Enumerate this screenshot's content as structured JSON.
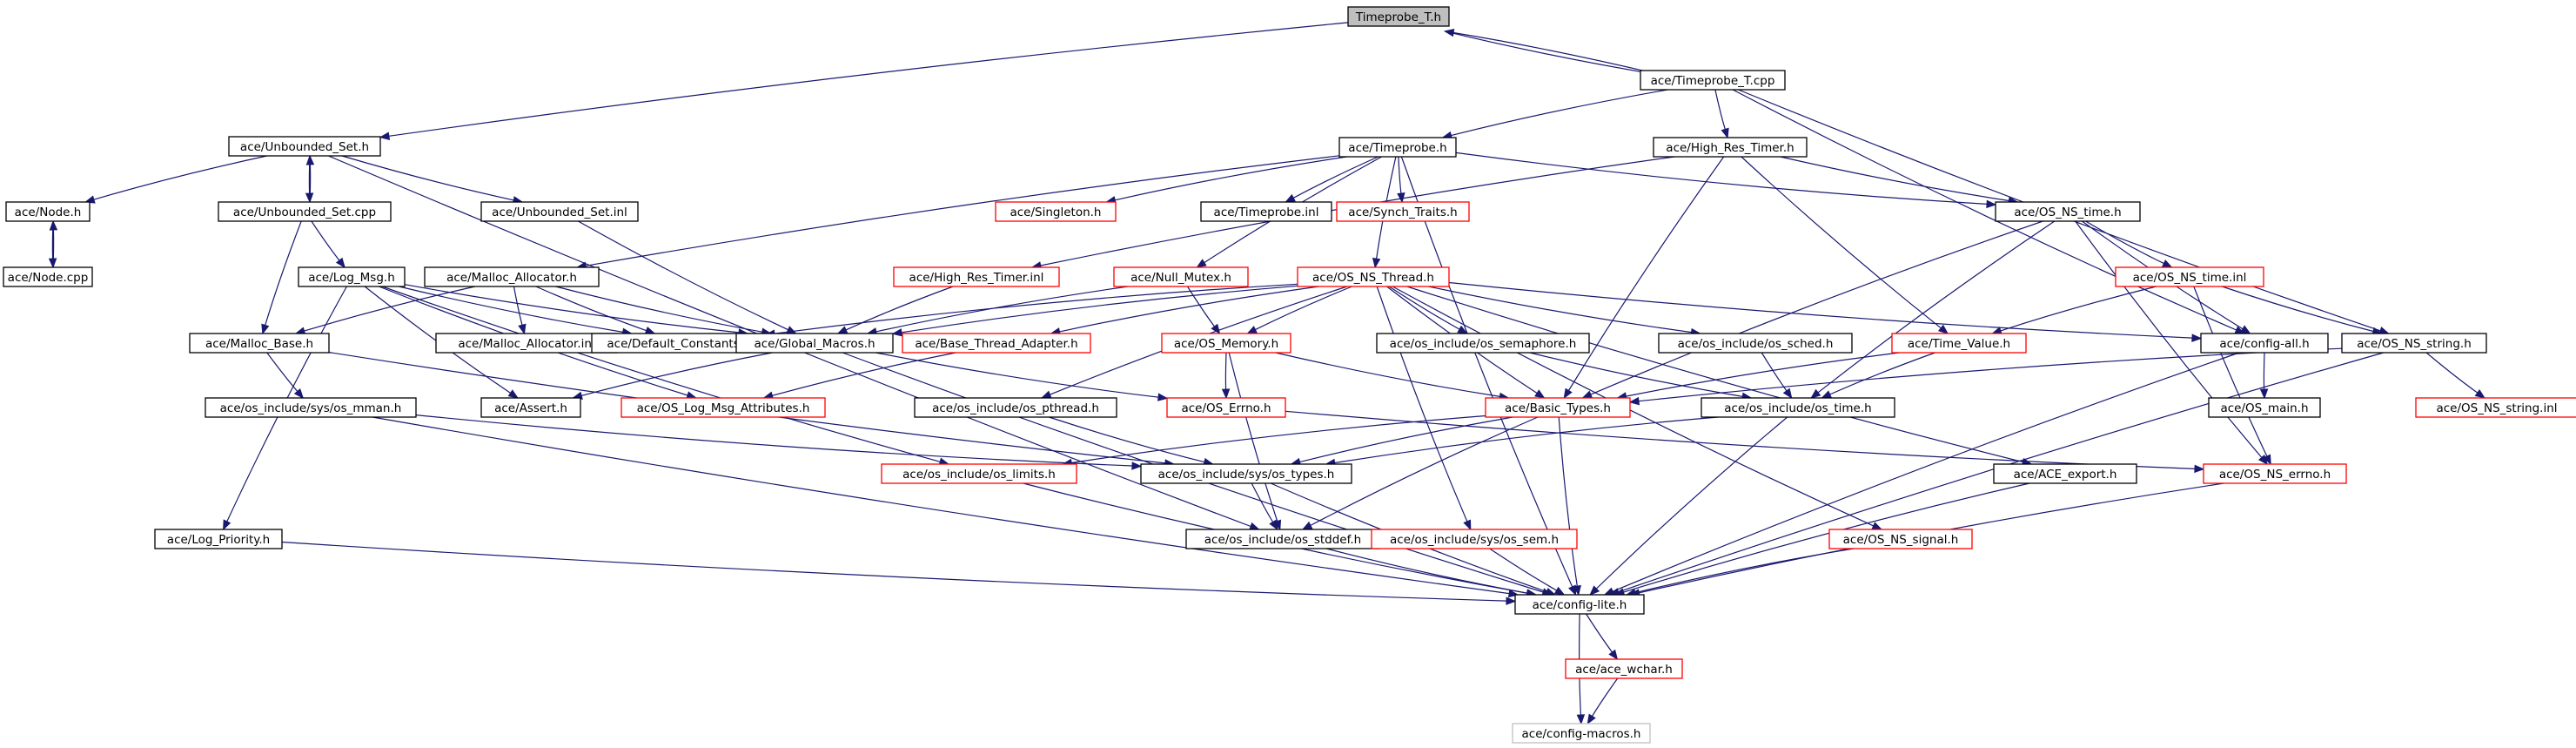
{
  "colors": {
    "edge": "#191970",
    "border_default": "#000000",
    "border_missing": "#ff0000",
    "border_external": "#bfbfbf",
    "fill_root": "#bfbfbf",
    "fill_default": "#ffffff"
  },
  "nodes": [
    {
      "id": "root",
      "label": "Timeprobe_T.h",
      "style": "root"
    },
    {
      "id": "timeprobe_cpp",
      "label": "ace/Timeprobe_T.cpp",
      "style": "default"
    },
    {
      "id": "unbounded_set_h",
      "label": "ace/Unbounded_Set.h",
      "style": "default"
    },
    {
      "id": "timeprobe_h",
      "label": "ace/Timeprobe.h",
      "style": "default"
    },
    {
      "id": "high_res_timer_h",
      "label": "ace/High_Res_Timer.h",
      "style": "default"
    },
    {
      "id": "node_h",
      "label": "ace/Node.h",
      "style": "default"
    },
    {
      "id": "unbounded_set_cpp",
      "label": "ace/Unbounded_Set.cpp",
      "style": "default"
    },
    {
      "id": "unbounded_set_inl",
      "label": "ace/Unbounded_Set.inl",
      "style": "default"
    },
    {
      "id": "singleton_h",
      "label": "ace/Singleton.h",
      "style": "missing"
    },
    {
      "id": "timeprobe_inl",
      "label": "ace/Timeprobe.inl",
      "style": "default"
    },
    {
      "id": "synch_traits_h",
      "label": "ace/Synch_Traits.h",
      "style": "missing"
    },
    {
      "id": "os_ns_time_h",
      "label": "ace/OS_NS_time.h",
      "style": "default"
    },
    {
      "id": "node_cpp",
      "label": "ace/Node.cpp",
      "style": "default"
    },
    {
      "id": "log_msg_h",
      "label": "ace/Log_Msg.h",
      "style": "default"
    },
    {
      "id": "malloc_allocator_h",
      "label": "ace/Malloc_Allocator.h",
      "style": "default"
    },
    {
      "id": "high_res_timer_inl",
      "label": "ace/High_Res_Timer.inl",
      "style": "missing"
    },
    {
      "id": "null_mutex_h",
      "label": "ace/Null_Mutex.h",
      "style": "missing"
    },
    {
      "id": "os_ns_thread_h",
      "label": "ace/OS_NS_Thread.h",
      "style": "missing"
    },
    {
      "id": "os_ns_time_inl",
      "label": "ace/OS_NS_time.inl",
      "style": "missing"
    },
    {
      "id": "malloc_base_h",
      "label": "ace/Malloc_Base.h",
      "style": "default"
    },
    {
      "id": "malloc_allocator_inl",
      "label": "ace/Malloc_Allocator.inl",
      "style": "default"
    },
    {
      "id": "default_constants_h",
      "label": "ace/Default_Constants.h",
      "style": "default"
    },
    {
      "id": "global_macros_h",
      "label": "ace/Global_Macros.h",
      "style": "default"
    },
    {
      "id": "base_thread_adapter_h",
      "label": "ace/Base_Thread_Adapter.h",
      "style": "missing"
    },
    {
      "id": "os_memory_h",
      "label": "ace/OS_Memory.h",
      "style": "missing"
    },
    {
      "id": "os_semaphore_h",
      "label": "ace/os_include/os_semaphore.h",
      "style": "default"
    },
    {
      "id": "os_sched_h",
      "label": "ace/os_include/os_sched.h",
      "style": "default"
    },
    {
      "id": "time_value_h",
      "label": "ace/Time_Value.h",
      "style": "missing"
    },
    {
      "id": "config_all_h",
      "label": "ace/config-all.h",
      "style": "default"
    },
    {
      "id": "os_ns_string_h",
      "label": "ace/OS_NS_string.h",
      "style": "default"
    },
    {
      "id": "sys_os_mman_h",
      "label": "ace/os_include/sys/os_mman.h",
      "style": "default"
    },
    {
      "id": "assert_h",
      "label": "ace/Assert.h",
      "style": "default"
    },
    {
      "id": "os_log_msg_attributes_h",
      "label": "ace/OS_Log_Msg_Attributes.h",
      "style": "missing"
    },
    {
      "id": "os_pthread_h",
      "label": "ace/os_include/os_pthread.h",
      "style": "default"
    },
    {
      "id": "os_errno_h",
      "label": "ace/OS_Errno.h",
      "style": "missing"
    },
    {
      "id": "basic_types_h",
      "label": "ace/Basic_Types.h",
      "style": "missing"
    },
    {
      "id": "os_time_h",
      "label": "ace/os_include/os_time.h",
      "style": "default"
    },
    {
      "id": "os_main_h",
      "label": "ace/OS_main.h",
      "style": "default"
    },
    {
      "id": "os_ns_string_inl",
      "label": "ace/OS_NS_string.inl",
      "style": "missing"
    },
    {
      "id": "os_limits_h",
      "label": "ace/os_include/os_limits.h",
      "style": "missing"
    },
    {
      "id": "sys_os_types_h",
      "label": "ace/os_include/sys/os_types.h",
      "style": "default"
    },
    {
      "id": "ace_export_h",
      "label": "ace/ACE_export.h",
      "style": "default"
    },
    {
      "id": "os_ns_errno_h",
      "label": "ace/OS_NS_errno.h",
      "style": "missing"
    },
    {
      "id": "log_priority_h",
      "label": "ace/Log_Priority.h",
      "style": "default"
    },
    {
      "id": "os_stddef_h",
      "label": "ace/os_include/os_stddef.h",
      "style": "default"
    },
    {
      "id": "sys_os_sem_h",
      "label": "ace/os_include/sys/os_sem.h",
      "style": "missing"
    },
    {
      "id": "os_ns_signal_h",
      "label": "ace/OS_NS_signal.h",
      "style": "missing"
    },
    {
      "id": "config_lite_h",
      "label": "ace/config-lite.h",
      "style": "default"
    },
    {
      "id": "ace_wchar_h",
      "label": "ace/ace_wchar.h",
      "style": "missing"
    },
    {
      "id": "config_macros_h",
      "label": "ace/config-macros.h",
      "style": "external"
    }
  ],
  "edges": [
    [
      "root",
      "unbounded_set_h"
    ],
    [
      "root",
      "timeprobe_cpp"
    ],
    [
      "timeprobe_cpp",
      "root"
    ],
    [
      "timeprobe_cpp",
      "timeprobe_h"
    ],
    [
      "timeprobe_cpp",
      "high_res_timer_h"
    ],
    [
      "timeprobe_cpp",
      "config_all_h"
    ],
    [
      "timeprobe_cpp",
      "os_ns_string_h"
    ],
    [
      "unbounded_set_h",
      "node_h"
    ],
    [
      "unbounded_set_h",
      "unbounded_set_cpp"
    ],
    [
      "unbounded_set_h",
      "unbounded_set_inl"
    ],
    [
      "unbounded_set_h",
      "os_stddef_h"
    ],
    [
      "unbounded_set_cpp",
      "unbounded_set_h"
    ],
    [
      "unbounded_set_cpp",
      "log_msg_h"
    ],
    [
      "unbounded_set_cpp",
      "malloc_base_h"
    ],
    [
      "node_h",
      "node_cpp"
    ],
    [
      "node_cpp",
      "node_h"
    ],
    [
      "unbounded_set_inl",
      "global_macros_h"
    ],
    [
      "timeprobe_h",
      "singleton_h"
    ],
    [
      "timeprobe_h",
      "timeprobe_inl"
    ],
    [
      "timeprobe_h",
      "synch_traits_h"
    ],
    [
      "timeprobe_h",
      "malloc_allocator_h"
    ],
    [
      "timeprobe_h",
      "null_mutex_h"
    ],
    [
      "timeprobe_h",
      "os_ns_thread_h"
    ],
    [
      "timeprobe_h",
      "os_ns_time_h"
    ],
    [
      "timeprobe_h",
      "config_lite_h"
    ],
    [
      "high_res_timer_h",
      "high_res_timer_inl"
    ],
    [
      "high_res_timer_h",
      "os_ns_time_h"
    ],
    [
      "high_res_timer_h",
      "basic_types_h"
    ],
    [
      "high_res_timer_h",
      "time_value_h"
    ],
    [
      "os_ns_time_h",
      "os_ns_time_inl"
    ],
    [
      "os_ns_time_h",
      "config_all_h"
    ],
    [
      "os_ns_time_h",
      "basic_types_h"
    ],
    [
      "os_ns_time_h",
      "os_time_h"
    ],
    [
      "os_ns_time_h",
      "os_ns_errno_h"
    ],
    [
      "log_msg_h",
      "default_constants_h"
    ],
    [
      "log_msg_h",
      "global_macros_h"
    ],
    [
      "log_msg_h",
      "assert_h"
    ],
    [
      "log_msg_h",
      "os_log_msg_attributes_h"
    ],
    [
      "log_msg_h",
      "log_priority_h"
    ],
    [
      "log_msg_h",
      "os_limits_h"
    ],
    [
      "malloc_allocator_h",
      "malloc_base_h"
    ],
    [
      "malloc_allocator_h",
      "malloc_allocator_inl"
    ],
    [
      "malloc_allocator_h",
      "default_constants_h"
    ],
    [
      "malloc_allocator_h",
      "global_macros_h"
    ],
    [
      "high_res_timer_inl",
      "global_macros_h"
    ],
    [
      "null_mutex_h",
      "global_macros_h"
    ],
    [
      "null_mutex_h",
      "os_memory_h"
    ],
    [
      "os_ns_thread_h",
      "default_constants_h"
    ],
    [
      "os_ns_thread_h",
      "global_macros_h"
    ],
    [
      "os_ns_thread_h",
      "base_thread_adapter_h"
    ],
    [
      "os_ns_thread_h",
      "os_memory_h"
    ],
    [
      "os_ns_thread_h",
      "os_semaphore_h"
    ],
    [
      "os_ns_thread_h",
      "os_sched_h"
    ],
    [
      "os_ns_thread_h",
      "config_all_h"
    ],
    [
      "os_ns_thread_h",
      "os_pthread_h"
    ],
    [
      "os_ns_thread_h",
      "basic_types_h"
    ],
    [
      "os_ns_thread_h",
      "sys_os_sem_h"
    ],
    [
      "os_ns_thread_h",
      "os_ns_signal_h"
    ],
    [
      "os_ns_thread_h",
      "ace_export_h"
    ],
    [
      "os_ns_time_inl",
      "time_value_h"
    ],
    [
      "os_ns_time_inl",
      "os_ns_string_h"
    ],
    [
      "os_ns_time_inl",
      "os_ns_errno_h"
    ],
    [
      "malloc_base_h",
      "sys_os_mman_h"
    ],
    [
      "malloc_base_h",
      "sys_os_types_h"
    ],
    [
      "global_macros_h",
      "assert_h"
    ],
    [
      "global_macros_h",
      "os_errno_h"
    ],
    [
      "global_macros_h",
      "config_lite_h"
    ],
    [
      "base_thread_adapter_h",
      "os_log_msg_attributes_h"
    ],
    [
      "os_memory_h",
      "os_errno_h"
    ],
    [
      "os_memory_h",
      "basic_types_h"
    ],
    [
      "os_memory_h",
      "os_stddef_h"
    ],
    [
      "os_semaphore_h",
      "os_time_h"
    ],
    [
      "os_sched_h",
      "os_time_h"
    ],
    [
      "time_value_h",
      "basic_types_h"
    ],
    [
      "time_value_h",
      "os_time_h"
    ],
    [
      "config_all_h",
      "os_main_h"
    ],
    [
      "config_all_h",
      "config_lite_h"
    ],
    [
      "os_ns_string_h",
      "basic_types_h"
    ],
    [
      "os_ns_string_h",
      "os_ns_string_inl"
    ],
    [
      "os_ns_string_h",
      "config_lite_h"
    ],
    [
      "sys_os_mman_h",
      "sys_os_types_h"
    ],
    [
      "sys_os_mman_h",
      "config_lite_h"
    ],
    [
      "os_pthread_h",
      "sys_os_types_h"
    ],
    [
      "os_errno_h",
      "os_ns_errno_h"
    ],
    [
      "basic_types_h",
      "os_limits_h"
    ],
    [
      "basic_types_h",
      "sys_os_types_h"
    ],
    [
      "basic_types_h",
      "os_stddef_h"
    ],
    [
      "basic_types_h",
      "config_lite_h"
    ],
    [
      "os_time_h",
      "sys_os_types_h"
    ],
    [
      "os_time_h",
      "config_lite_h"
    ],
    [
      "os_limits_h",
      "config_lite_h"
    ],
    [
      "sys_os_types_h",
      "os_stddef_h"
    ],
    [
      "sys_os_types_h",
      "config_lite_h"
    ],
    [
      "ace_export_h",
      "config_lite_h"
    ],
    [
      "os_ns_errno_h",
      "config_lite_h"
    ],
    [
      "log_priority_h",
      "config_lite_h"
    ],
    [
      "os_stddef_h",
      "config_lite_h"
    ],
    [
      "sys_os_sem_h",
      "config_lite_h"
    ],
    [
      "os_ns_signal_h",
      "config_lite_h"
    ],
    [
      "config_lite_h",
      "ace_wchar_h"
    ],
    [
      "config_lite_h",
      "config_macros_h"
    ],
    [
      "ace_wchar_h",
      "config_macros_h"
    ]
  ]
}
